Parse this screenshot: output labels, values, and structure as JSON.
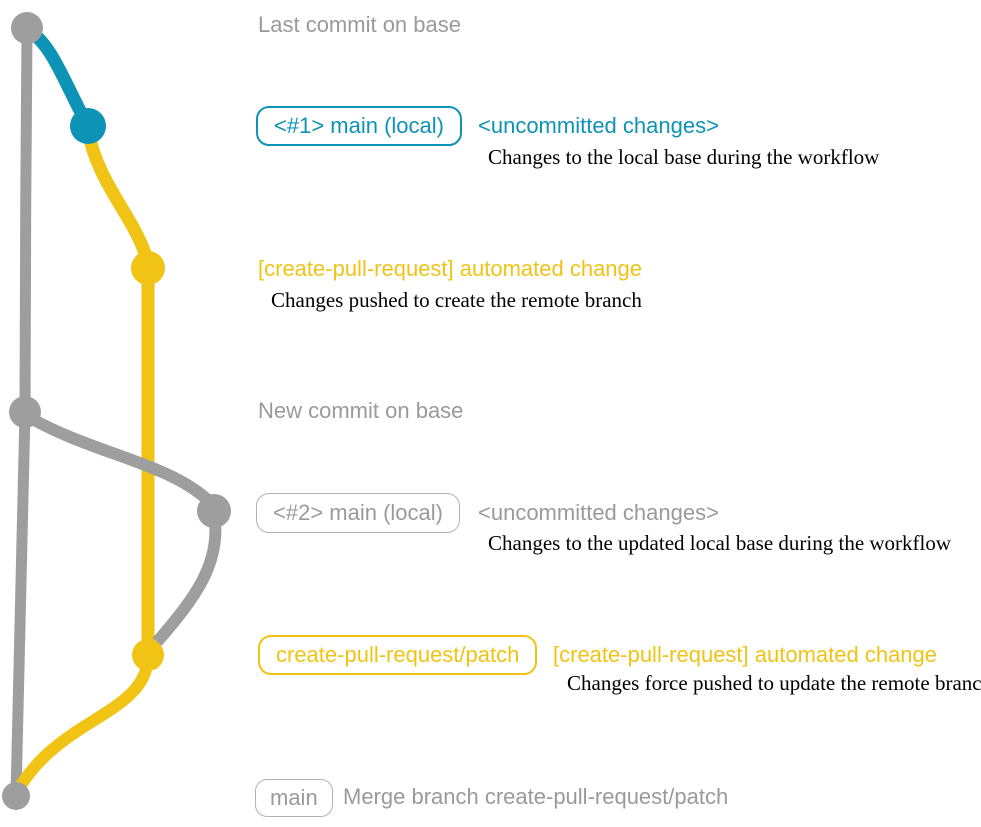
{
  "colors": {
    "blue": "#0d93b5",
    "yellow": "#f0c315",
    "gray": "#9e9e9e",
    "gray-text": "#9a9a9a",
    "gray-border": "#b3b3b3",
    "desc": "#000000"
  },
  "graph": {
    "commit_dots_top_to_bottom": [
      "gray",
      "blue",
      "yellow",
      "gray",
      "gray",
      "yellow",
      "gray"
    ],
    "branch_colors": {
      "base": "#9e9e9e",
      "local_uncommitted": "#0d93b5",
      "create_pull_request_patch": "#f0c315"
    }
  },
  "rows": {
    "last_commit": {
      "label": "Last commit on base"
    },
    "local1": {
      "badge": "<#1> main (local)",
      "title": "<uncommitted changes>",
      "desc": "Changes to the local base during the workflow"
    },
    "push1": {
      "title": "[create-pull-request] automated change",
      "desc": "Changes pushed to create the remote branch"
    },
    "new_commit": {
      "label": "New commit on base"
    },
    "local2": {
      "badge": "<#2> main (local)",
      "title": "<uncommitted changes>",
      "desc": "Changes to the updated local base during the workflow"
    },
    "push2": {
      "badge": "create-pull-request/patch",
      "title": "[create-pull-request] automated change",
      "desc": "Changes force pushed to update the remote branch"
    },
    "merge": {
      "badge": "main",
      "title": "Merge branch create-pull-request/patch"
    }
  }
}
